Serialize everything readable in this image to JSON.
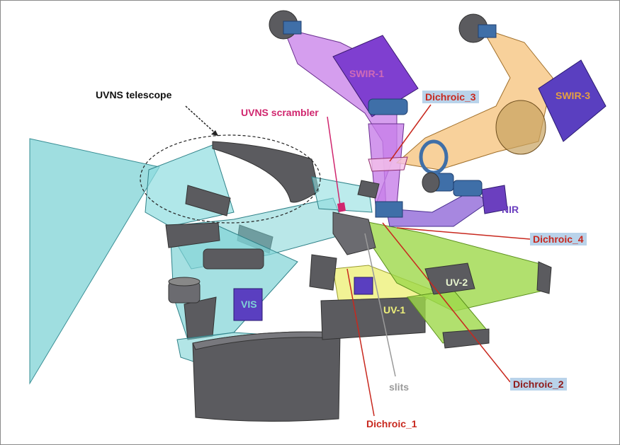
{
  "labels": {
    "uvns_telescope": "UVNS telescope",
    "uvns_scrambler": "UVNS scrambler",
    "swir1": "SWIR-1",
    "swir3": "SWIR-3",
    "dichroic3": "Dichroic_3",
    "nir": "NIR",
    "dichroic4": "Dichroic_4",
    "uv2": "UV-2",
    "vis": "VIS",
    "uv1": "UV-1",
    "slits": "slits",
    "dichroic2": "Dichroic_2",
    "dichroic1": "Dichroic_1"
  },
  "colors": {
    "telescope_beam": "#7fd3d6",
    "swir1_beam": "#c77ee8",
    "swir3_beam": "#f5c27a",
    "nir_beam": "#8a5fd6",
    "uv2_beam": "#9ed84a",
    "uv1_beam": "#eef07a",
    "housing": "#5b5b5f",
    "label_red": "#c8281e",
    "label_magenta": "#d0266e",
    "label_box": "#b9d3ea"
  }
}
